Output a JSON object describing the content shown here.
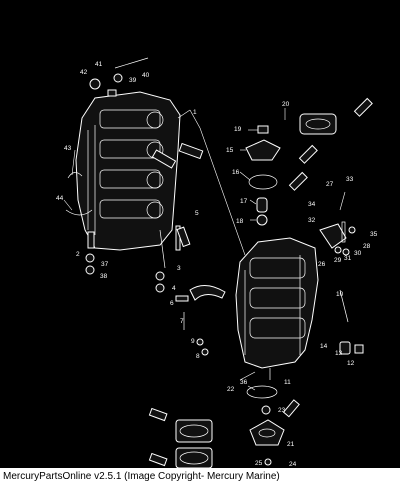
{
  "footer": {
    "caption": "MercuryPartsOnline v2.5.1 (Image Copyright- Mercury Marine)"
  },
  "callouts": [
    "1",
    "2",
    "3",
    "4",
    "5",
    "6",
    "7",
    "8",
    "9",
    "10",
    "11",
    "12",
    "13",
    "14",
    "15",
    "16",
    "17",
    "18",
    "19",
    "20",
    "21",
    "22",
    "23",
    "24",
    "25",
    "26",
    "27",
    "28",
    "29",
    "30",
    "31",
    "32",
    "33",
    "34",
    "35",
    "36",
    "37",
    "38",
    "39",
    "40",
    "41",
    "42",
    "43",
    "44"
  ]
}
